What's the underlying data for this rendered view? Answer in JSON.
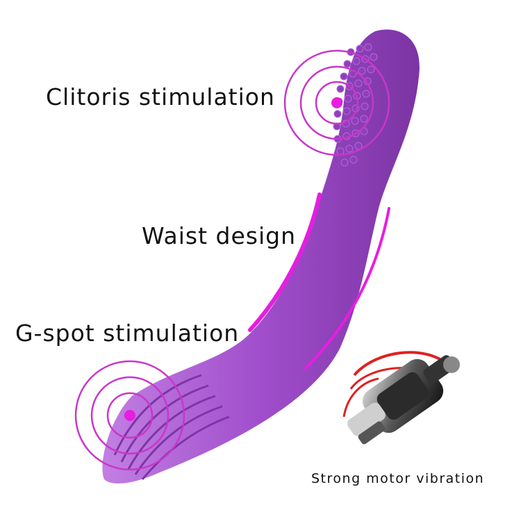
{
  "labels": {
    "clitoris": "Clitoris stimulation",
    "waist": "Waist design",
    "gspot": "G-spot stimulation",
    "motor": "Strong motor vibration"
  },
  "colors": {
    "body": "#a04ecb",
    "body_dark": "#7d35a6",
    "body_light": "#c07ee0",
    "accent": "#e61ee0",
    "ring": "#c936c9",
    "text": "#111111",
    "background": "#ffffff"
  }
}
